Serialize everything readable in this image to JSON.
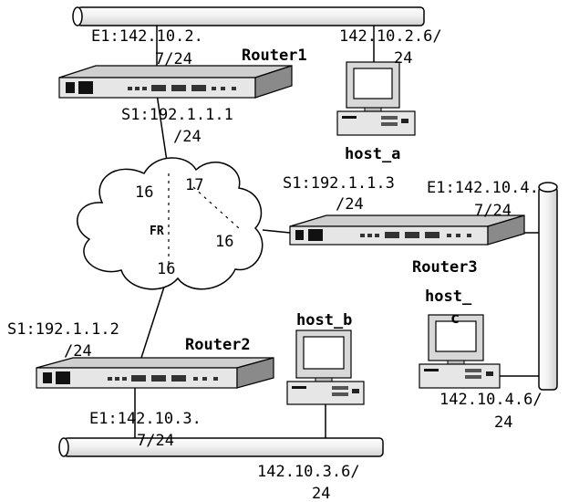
{
  "routers": {
    "r1": {
      "name": "Router1",
      "e1_line1": "E1:142.10.2.",
      "e1_line2": "7/24",
      "s1_line1": "S1:192.1.1.1",
      "s1_line2": "/24"
    },
    "r2": {
      "name": "Router2",
      "s1_line1": "S1:192.1.1.2",
      "s1_line2": "/24",
      "e1_line1": "E1:142.10.3.",
      "e1_line2": "7/24"
    },
    "r3": {
      "name": "Router3",
      "s1_line1": "S1:192.1.1.3",
      "s1_line2": "/24",
      "e1_line1": "E1:142.10.4.",
      "e1_line2": "7/24"
    }
  },
  "hosts": {
    "a": {
      "name": "host_a",
      "ip_line1": "142.10.2.6/",
      "ip_line2": "24"
    },
    "b": {
      "name": "host_b",
      "ip_line1": "142.10.3.6/",
      "ip_line2": "24"
    },
    "c": {
      "name_line1": "host_",
      "name_line2": "c",
      "ip_line1": "142.10.4.6/",
      "ip_line2": "24"
    }
  },
  "frame_relay": {
    "label": "FR",
    "dlci_top_left": "16",
    "dlci_top_right": "17",
    "dlci_right": "16",
    "dlci_bottom": "16"
  }
}
